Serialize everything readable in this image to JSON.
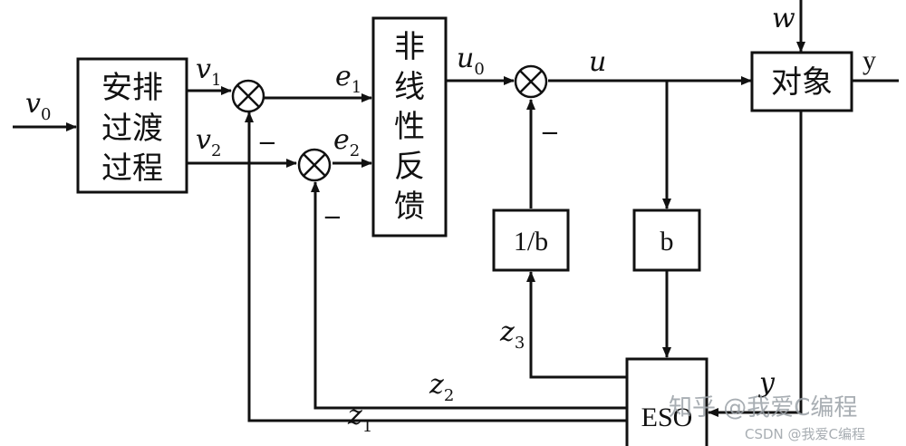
{
  "blocks": {
    "arrange": [
      "安排",
      "过渡",
      "过程"
    ],
    "feedback": [
      "非",
      "线",
      "性",
      "反",
      "馈"
    ],
    "plant": "对象",
    "inv_b": "1/b",
    "b": "b",
    "eso": "ESO"
  },
  "signals": {
    "v0": {
      "base": "v",
      "sub": "0"
    },
    "v1": {
      "base": "v",
      "sub": "1"
    },
    "v2": {
      "base": "v",
      "sub": "2"
    },
    "e1": {
      "base": "e",
      "sub": "1"
    },
    "e2": {
      "base": "e",
      "sub": "2"
    },
    "u0": {
      "base": "u",
      "sub": "0"
    },
    "u": "u",
    "w": "w",
    "y": "y",
    "y_feedback": "y",
    "z1": {
      "base": "z",
      "sub": "1"
    },
    "z2": {
      "base": "z",
      "sub": "2"
    },
    "z3": {
      "base": "z",
      "sub": "3"
    }
  },
  "signs": {
    "sum1_minus": "−",
    "sum2_minus": "−",
    "sum3_minus": "−"
  },
  "watermark": {
    "line1": "知乎 @我爱C编程",
    "line2": "CSDN @我爱C编程"
  }
}
